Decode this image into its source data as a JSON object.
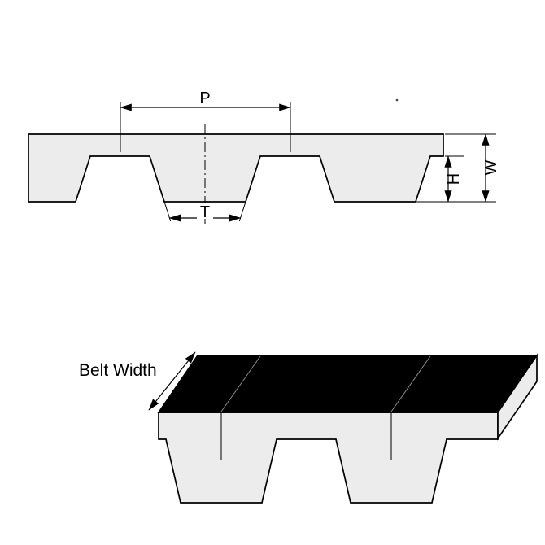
{
  "diagram": {
    "labels": {
      "pitch": "P",
      "tooth_width": "T",
      "tooth_height": "H",
      "belt_thickness": "W",
      "belt_width": "Belt Width"
    },
    "colors": {
      "background": "#ffffff",
      "belt_fill": "#ececec",
      "top_surface": "#000000"
    }
  }
}
